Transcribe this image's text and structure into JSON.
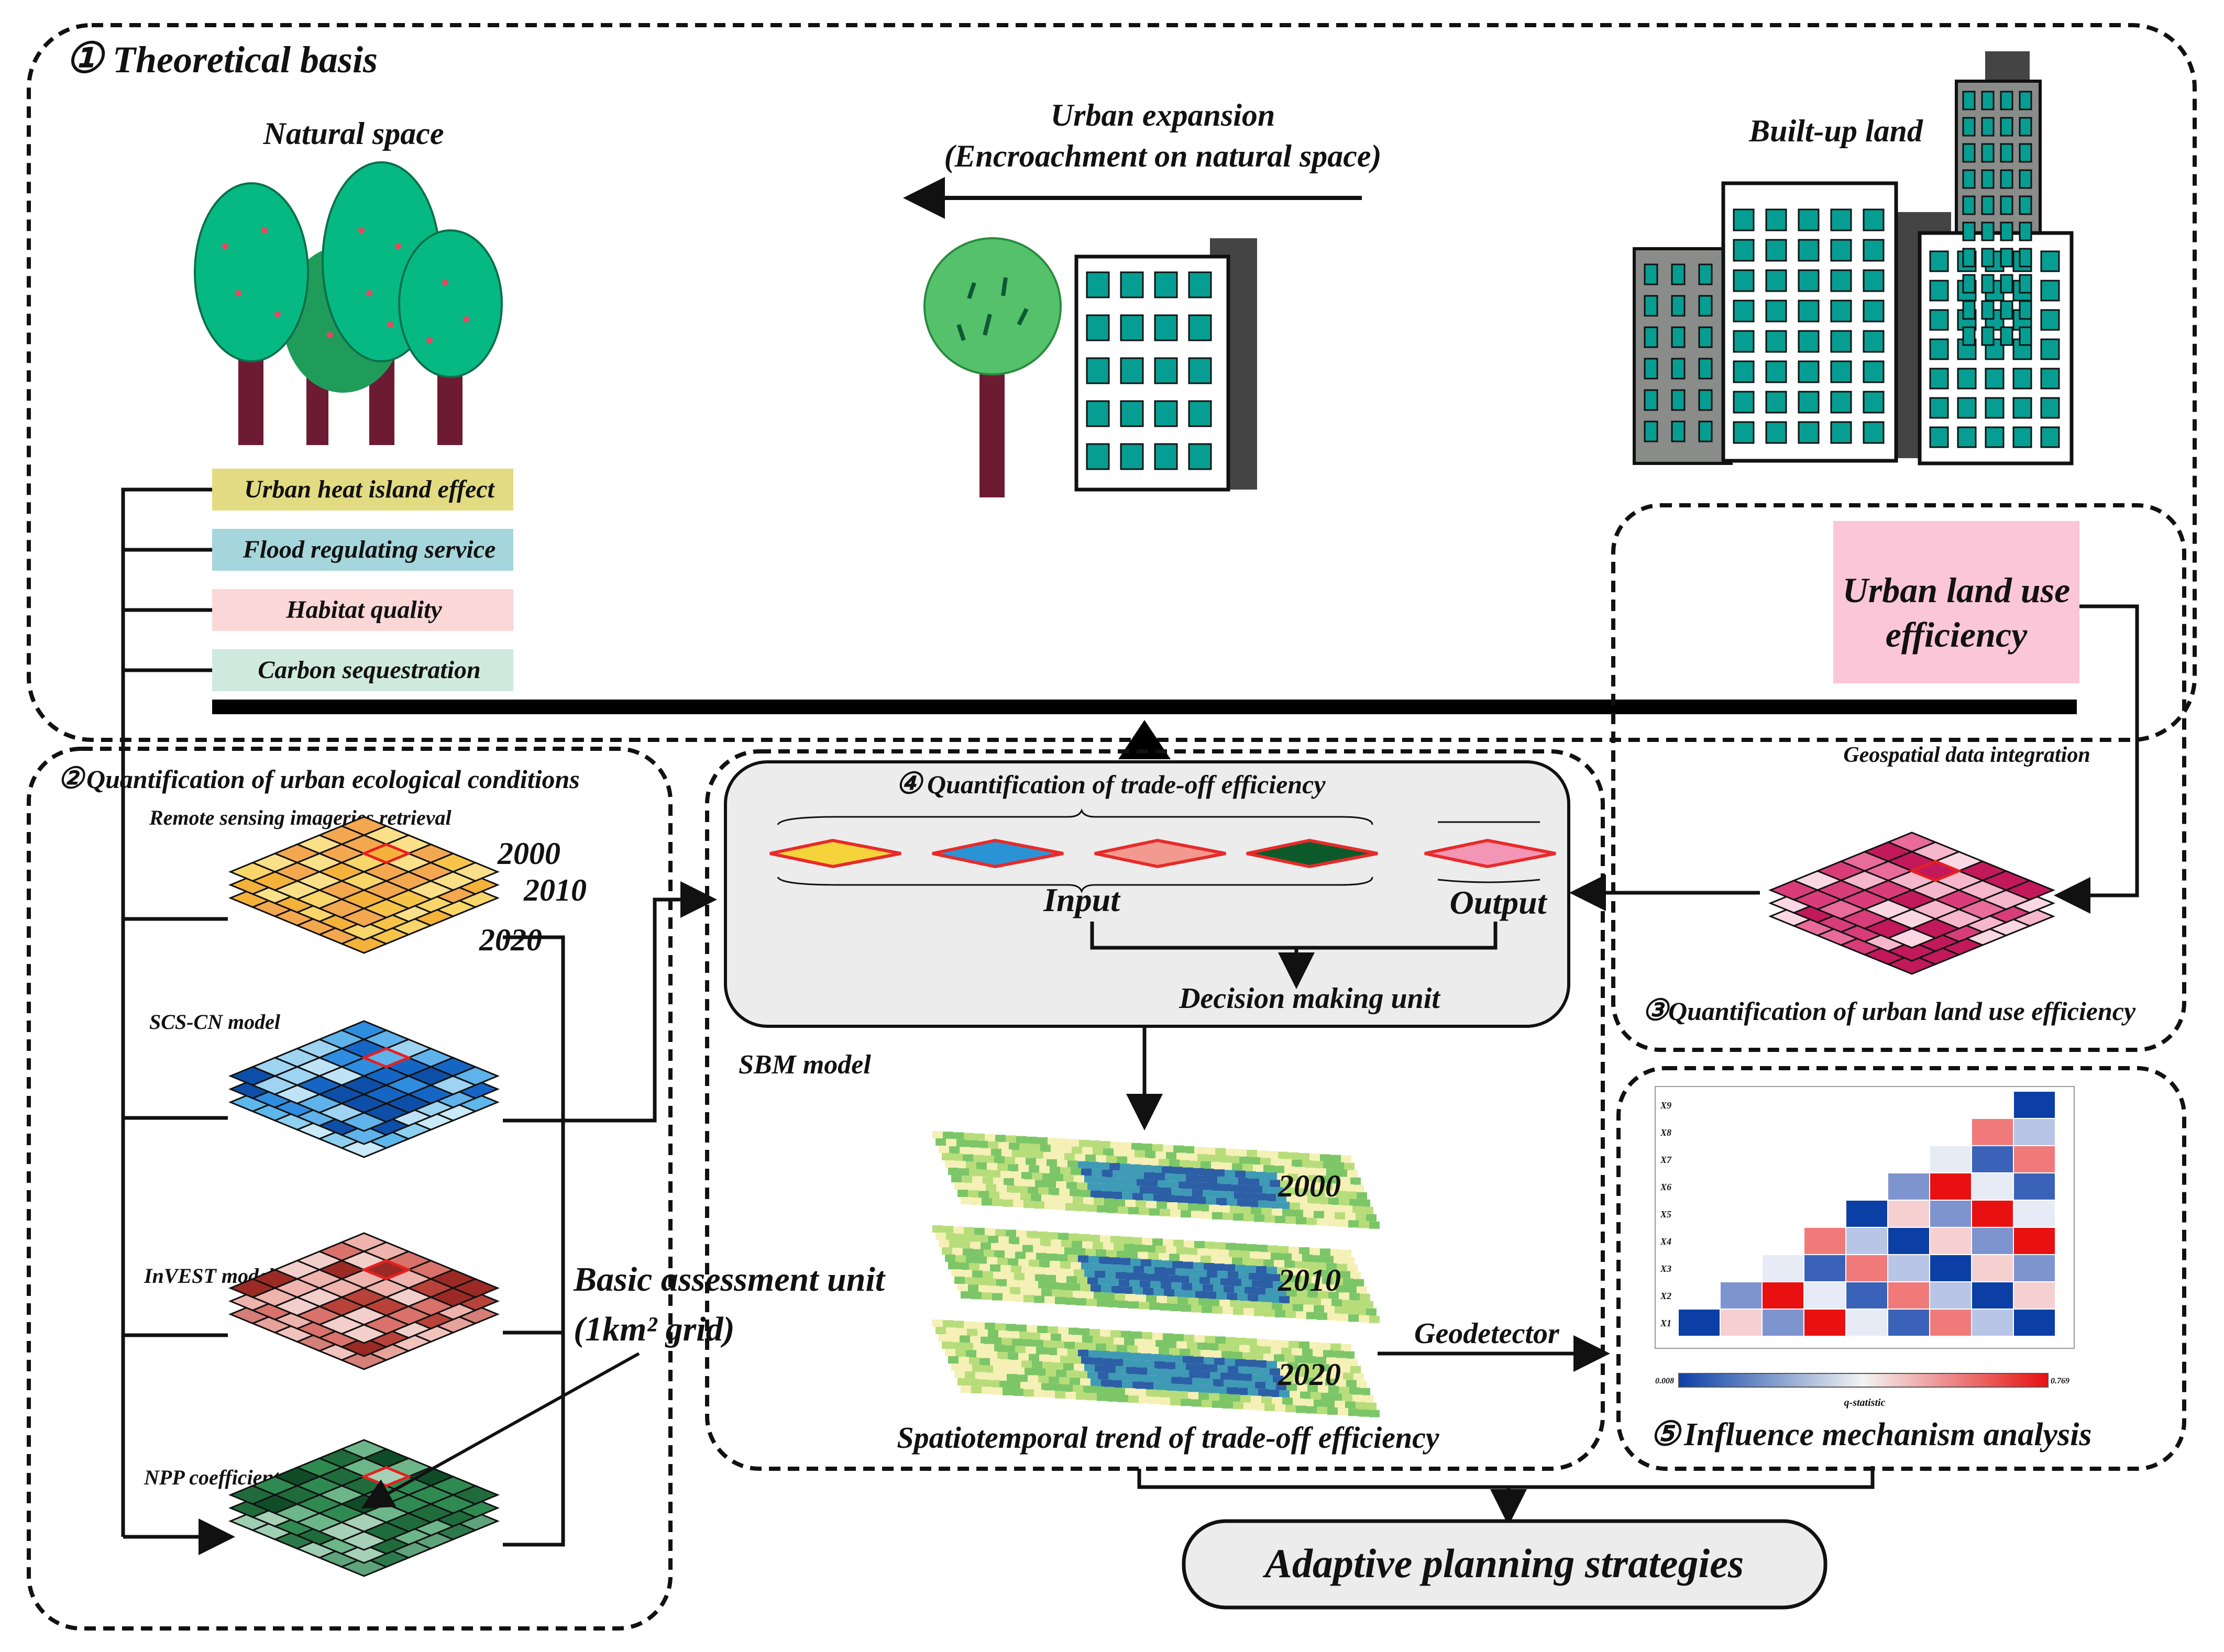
{
  "sections": {
    "theory": {
      "num": "①",
      "title": "Theoretical basis"
    },
    "quant_eco": {
      "num": "②",
      "title": "Quantification of urban ecological conditions"
    },
    "quant_land": {
      "num": "③",
      "title": "Quantification of urban land use efficiency"
    },
    "quant_trade": {
      "num": "④",
      "title": "Quantification of trade-off efficiency"
    },
    "influence": {
      "num": "⑤",
      "title": "Influence mechanism analysis"
    }
  },
  "theory": {
    "natural_space": "Natural space",
    "urban_expansion": "Urban expansion",
    "encroachment": "(Encroachment on natural space)",
    "built_up": "Built-up land",
    "services": [
      {
        "label": "Urban heat island effect",
        "color": "#e2db82"
      },
      {
        "label": "Flood regulating service",
        "color": "#a5d6dc"
      },
      {
        "label": "Habitat quality",
        "color": "#fbd7d7"
      },
      {
        "label": "Carbon sequestration",
        "color": "#cfe9df"
      }
    ],
    "efficiency_box": {
      "line1": "Urban land use",
      "line2": "efficiency",
      "color": "#fbc6d8"
    }
  },
  "eco": {
    "remote_sensing": "Remote sensing imageries retrieval",
    "years": [
      "2000",
      "2010",
      "2020"
    ],
    "scs_cn": "SCS-CN model",
    "invest": "InVEST model",
    "npp": "NPP coefficient",
    "basic_unit": "Basic assessment unit",
    "grid_unit": "(1km² grid)"
  },
  "sbm": {
    "input": "Input",
    "output": "Output",
    "dmu": "Decision making unit",
    "model": "SBM model",
    "trend": "Spatiotemporal trend of trade-off efficiency",
    "years": [
      "2000",
      "2010",
      "2020"
    ]
  },
  "land": {
    "geo_integration": "Geospatial data integration"
  },
  "influence": {
    "geodetector": "Geodetector",
    "rows": [
      "X9",
      "X8",
      "X7",
      "X6",
      "X5",
      "X4",
      "X3",
      "X2",
      "X1"
    ],
    "legend_min": "0.008",
    "legend_max": "0.769",
    "legend_label": "q-statistic"
  },
  "final": {
    "strategy": "Adaptive planning strategies"
  },
  "colors": {
    "tree_green": "#06b983",
    "trunk": "#6d1a33",
    "window": "#069e93",
    "grey_building": "#8a8c89"
  }
}
